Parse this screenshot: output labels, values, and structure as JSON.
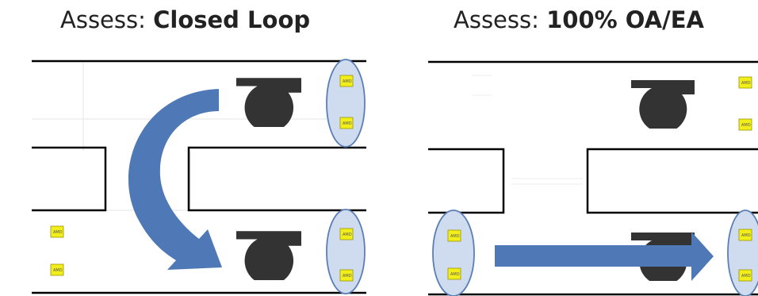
{
  "titles": {
    "left": {
      "prefix": "Assess: ",
      "emphasis": "Closed Loop"
    },
    "right": {
      "prefix": "Assess: ",
      "emphasis": "100% OA/EA"
    }
  },
  "sensor_label": "AMD",
  "colors": {
    "arrow": "#4f79b6",
    "fan": "#333333",
    "sensor": "#f2ee1c",
    "highlight_fill": "#cfdbee",
    "highlight_stroke": "#5a7fb5",
    "duct": "#000000"
  }
}
